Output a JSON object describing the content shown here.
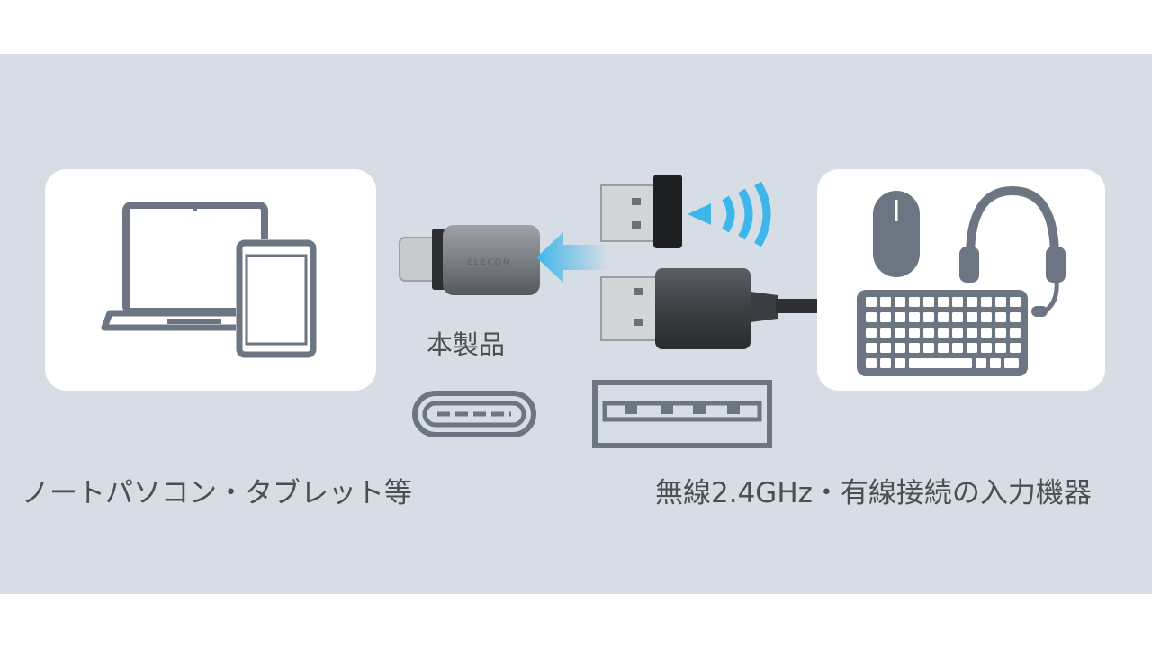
{
  "labels": {
    "source_devices": "ノートパソコン・タブレット等",
    "input_devices": "無線2.4GHz・有線接続の入力機器",
    "product": "本製品"
  },
  "product": {
    "brand_mark": "ELECOM"
  },
  "icons": {
    "laptop": "laptop-icon",
    "tablet": "tablet-icon",
    "mouse": "mouse-icon",
    "headset": "headset-icon",
    "keyboard": "keyboard-icon",
    "usb_c_port": "usb-c-port-icon",
    "usb_a_port": "usb-a-port-icon",
    "wireless": "wireless-signal-icon",
    "arrow": "left-arrow-icon"
  },
  "colors": {
    "background_band": "#d6dde4",
    "card": "#ffffff",
    "icon_gray": "#6b7682",
    "signal_blue": "#3fb6ea",
    "text": "#4a4f55"
  }
}
